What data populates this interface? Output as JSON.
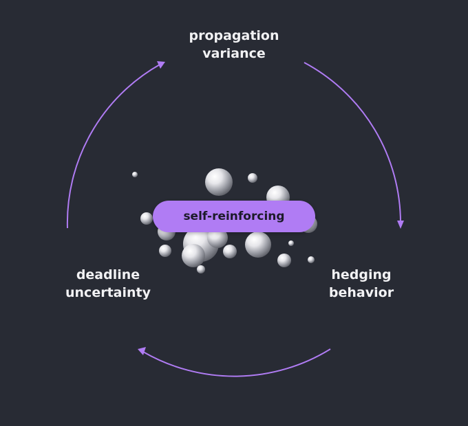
{
  "diagram": {
    "center_label": "self-reinforcing",
    "nodes": [
      {
        "id": "top",
        "lines": [
          "propagation",
          "variance"
        ]
      },
      {
        "id": "right",
        "lines": [
          "hedging",
          "behavior"
        ]
      },
      {
        "id": "left",
        "lines": [
          "deadline",
          "uncertainty"
        ]
      }
    ],
    "arrow_color": "#b07cf4",
    "pill_color": "#b07cf4",
    "background_color": "#282b34",
    "label_color": "#f2f2f4",
    "sphere_icon": "chrome-sphere-cluster-icon"
  }
}
